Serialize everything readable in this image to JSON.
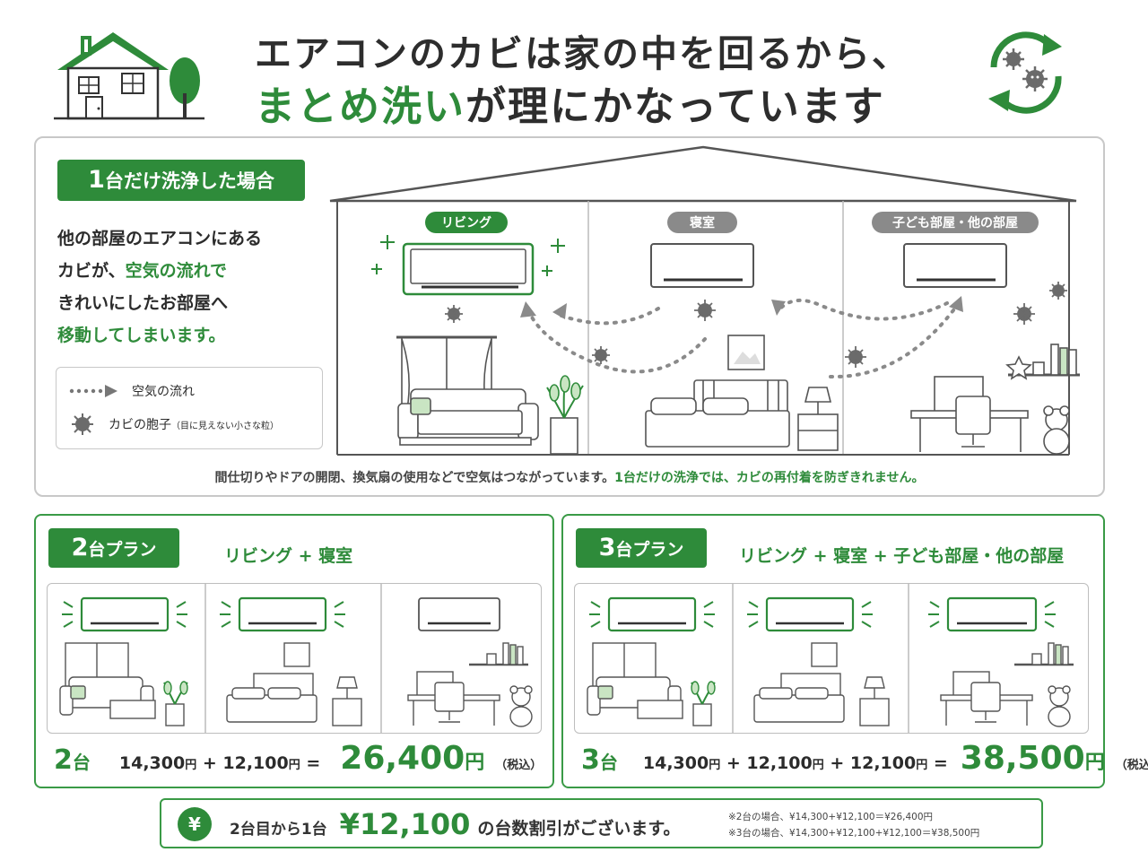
{
  "header": {
    "title_line1": "エアコンのカビは家の中を回るから、",
    "title_line2_green": "まとめ洗い",
    "title_line2_rest": "が理にかなっています"
  },
  "single": {
    "badge_num": "1",
    "badge_text": "台だけ洗浄した場合",
    "desc_1": "他の部屋のエアコンにある",
    "desc_2a": "カビが、",
    "desc_2b": "空気の流れで",
    "desc_3": "きれいにしたお部屋へ",
    "desc_4": "移動してしまいます。",
    "legend_airflow": "空気の流れ",
    "legend_spore": "カビの胞子",
    "legend_spore_note": "（目に見えない小さな粒）",
    "room_living": "リビング",
    "room_bedroom": "寝室",
    "room_kids": "子ども部屋・他の部屋",
    "note_1": "間仕切りやドアの開閉、換気扇の使用などで空気はつながっています。",
    "note_2": "1台だけの洗浄では、カビの再付着を防ぎきれません。"
  },
  "plan2": {
    "badge_num": "2",
    "badge_text": "台プラン",
    "rooms": "リビング + 寝室",
    "count_num": "2",
    "count_unit": "台",
    "price1": "14,300",
    "price2": "12,100",
    "yen": "円",
    "plus": " + ",
    "equals": " = ",
    "total": "26,400",
    "tax": "（税込）"
  },
  "plan3": {
    "badge_num": "3",
    "badge_text": "台プラン",
    "rooms": "リビング + 寝室 + 子ども部屋・他の部屋",
    "count_num": "3",
    "count_unit": "台",
    "price1": "14,300",
    "price2": "12,100",
    "price3": "12,100",
    "yen": "円",
    "plus": " + ",
    "equals": " = ",
    "total": "38,500",
    "tax": "（税込）"
  },
  "discount": {
    "yen_symbol": "¥",
    "text1": "2台目から1台",
    "amount": "¥12,100",
    "text2": "の台数割引がございます。",
    "note1": "※2台の場合、¥14,300+¥12,100＝¥26,400円",
    "note2": "※3台の場合、¥14,300+¥12,100+¥12,100＝¥38,500円"
  },
  "colors": {
    "accent_green": "#2e8b3a",
    "border_gray": "#c8c8c8",
    "spore_gray": "#6b6b6b"
  }
}
